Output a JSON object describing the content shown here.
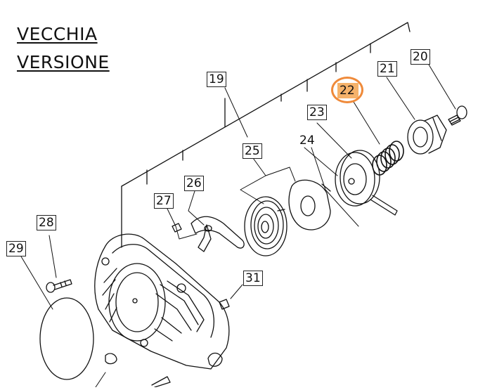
{
  "title": {
    "line1": "VECCHIA",
    "line2": "VERSIONE"
  },
  "callouts": {
    "n19": "19",
    "n20": "20",
    "n21": "21",
    "n22": "22",
    "n23": "23",
    "n24": "24",
    "n25": "25",
    "n26": "26",
    "n27": "27",
    "n28": "28",
    "n29": "29",
    "n31": "31"
  },
  "highlight": {
    "part": "22",
    "color": "#ef8a3a"
  }
}
